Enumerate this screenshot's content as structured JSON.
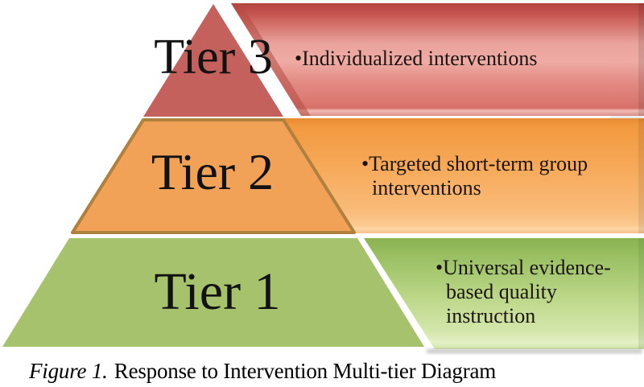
{
  "figure": {
    "caption": {
      "label": "Figure 1.",
      "title": "Response to Intervention Multi-tier Diagram"
    },
    "tiers": [
      {
        "id": "tier-3",
        "label": "Tier 3",
        "description": "•Individualized interventions",
        "colors": {
          "shape_fill": "#c4615c",
          "banner_top": "#b54642",
          "banner_light": "#eda49e",
          "banner_bottom": "#d8716a"
        }
      },
      {
        "id": "tier-2",
        "label": "Tier 2",
        "description": "•Targeted short-term group interventions",
        "colors": {
          "shape_fill": "#f2a256",
          "shape_border": "#b0803f",
          "banner_top": "#e98c33",
          "banner_bottom": "#fbc589"
        }
      },
      {
        "id": "tier-1",
        "label": "Tier 1",
        "description": "•Universal evidence-based quality instruction",
        "colors": {
          "shape_fill": "#a7c26c",
          "banner_top": "#8bb450",
          "banner_bottom": "#dcecb8"
        }
      }
    ]
  }
}
